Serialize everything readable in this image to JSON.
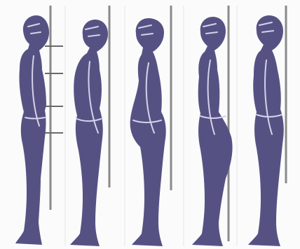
{
  "colors": {
    "figure": "#555283",
    "figure_highlight": "#d4d2ea",
    "plumb_line": "#8a8a8a",
    "background": "#fbfbfb"
  },
  "figures": [
    {
      "name": "figure-1",
      "has_markers": true
    },
    {
      "name": "figure-2",
      "has_markers": false
    },
    {
      "name": "figure-3",
      "has_markers": false
    },
    {
      "name": "figure-4",
      "has_markers": false
    },
    {
      "name": "figure-5",
      "has_markers": false
    }
  ]
}
